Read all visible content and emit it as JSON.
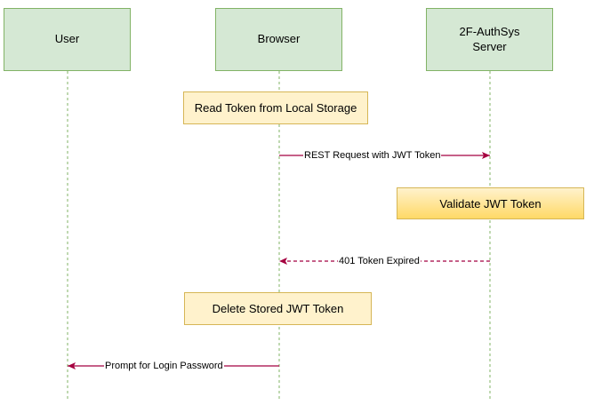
{
  "colors": {
    "actor_fill": "#d5e8d4",
    "actor_border": "#82b366",
    "note_fill": "#fff2cc",
    "note_border": "#d6b656",
    "message_line": "#a50040",
    "lifeline": "#82b366"
  },
  "actors": [
    {
      "id": "user",
      "lines": [
        "User"
      ]
    },
    {
      "id": "browser",
      "lines": [
        "Browser"
      ]
    },
    {
      "id": "server",
      "lines": [
        "2F-AuthSys",
        "Server"
      ]
    }
  ],
  "notes": [
    {
      "id": "read-token",
      "label": "Read Token from Local Storage"
    },
    {
      "id": "validate-jwt",
      "label": "Validate JWT Token"
    },
    {
      "id": "delete-token",
      "label": "Delete Stored JWT Token"
    }
  ],
  "messages": [
    {
      "id": "rest-request",
      "label": "REST Request with JWT Token",
      "from": "browser",
      "to": "server",
      "style": "solid"
    },
    {
      "id": "token-expired",
      "label": "401 Token Expired",
      "from": "server",
      "to": "browser",
      "style": "dashed"
    },
    {
      "id": "prompt-login",
      "label": "Prompt for Login Password",
      "from": "browser",
      "to": "user",
      "style": "solid"
    }
  ]
}
